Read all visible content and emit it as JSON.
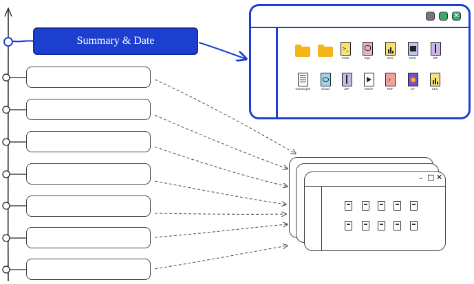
{
  "active_card": {
    "label": "Summary & Date"
  },
  "slots": [
    {
      "label": ""
    },
    {
      "label": ""
    },
    {
      "label": ""
    },
    {
      "label": ""
    },
    {
      "label": ""
    },
    {
      "label": ""
    },
    {
      "label": ""
    }
  ],
  "window_controls": {
    "minimize": "",
    "maximize": "",
    "close": "✕"
  },
  "file_icons_row1": [
    {
      "type": "folder",
      "label": ""
    },
    {
      "type": "folder",
      "label": ""
    },
    {
      "type": "code",
      "label": "Code",
      "color": "#f6e27a"
    },
    {
      "type": "sql",
      "label": "SQL",
      "color": "#e6b0c9"
    },
    {
      "type": "xls",
      "label": "XLS",
      "color": "#f6e27a"
    },
    {
      "type": "doc",
      "label": "DOC",
      "color": "#b8c8f0"
    },
    {
      "type": "zip",
      "label": "ZIP",
      "color": "#c9b8e6"
    }
  ],
  "file_icons_row2": [
    {
      "type": "transcript",
      "label": "Transcripts",
      "color": "#ffffff"
    },
    {
      "type": "cloud",
      "label": "Cloud",
      "color": "#9fd4e8"
    },
    {
      "type": "zip",
      "label": "ZIP",
      "color": "#c9b8e6"
    },
    {
      "type": "movie",
      "label": "Movie",
      "color": "#ffffff"
    },
    {
      "type": "pdf",
      "label": "PDF",
      "color": "#f2a0a0"
    },
    {
      "type": "cf",
      "label": "CF",
      "color": "#7a4fbf"
    },
    {
      "type": "xls",
      "label": "XLS",
      "color": "#f6e27a"
    }
  ],
  "small_window_controls": {
    "minimize": "–",
    "maximize": "□",
    "close": "✕"
  },
  "colors": {
    "accent": "#1d3fcf",
    "stroke": "#444444",
    "folder": "#f4b41a"
  }
}
